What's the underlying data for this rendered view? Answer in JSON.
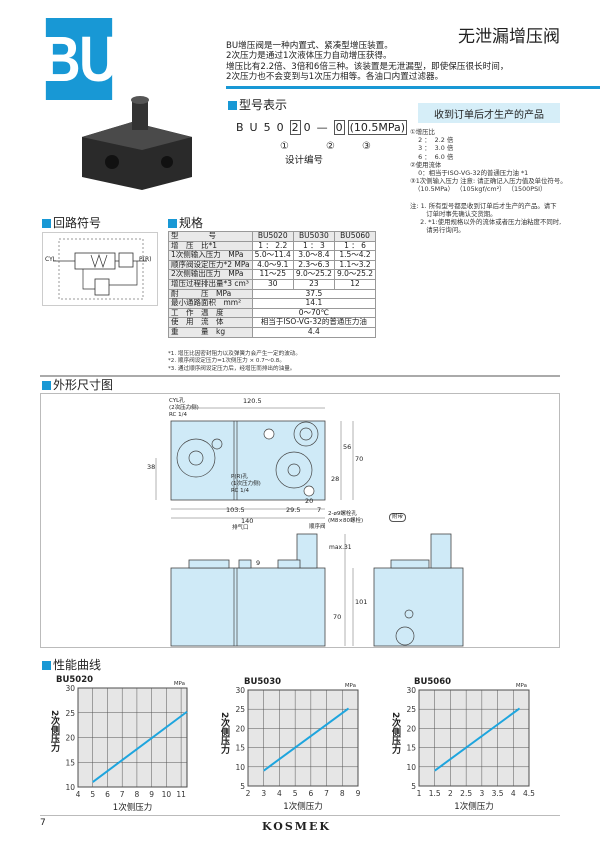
{
  "header": {
    "logo": "BU",
    "title": "无泄漏增压阀",
    "description": "BU增压阀是一种内置式、紧凑型增压装置。\n2次压力是通过1次液体压力自动增压获得。\n增压比有2.2倍、3倍和6倍三种。该装置是无泄漏型，即使保压很长时间，\n2次压力也不会变到与1次压力相等。各油口内置过滤器。"
  },
  "colors": {
    "accent": "#1898d5",
    "drawing_fill": "#cfeaf7",
    "curve": "#1ea5de"
  },
  "model": {
    "heading": "型号表示",
    "code": [
      "B",
      "U",
      "5",
      "0",
      "2",
      "0",
      "—",
      "0",
      "(10.5MPa)"
    ],
    "markers": [
      "①",
      "②",
      "③"
    ],
    "design_no": "设计编号",
    "order_box": "收到订单后才生产的产品",
    "notes": "①增压比\n    2 ：  2.2 倍\n    3 ：  3.0 倍\n    6 ：  6.0 倍\n②使用流体\n    0：相当于ISO-VG-32的普通压力油 *1\n③1次侧输入压力 注意: 请正确记入压力值及单位符号。\n  （10.5MPa） （105kgf/cm²） （1500PSI）\n\n注: 1. 所有型号都是收到订单后才生产的产品。请下\n        订单时事先确认交货期。\n     2. *1:使用规格以外的流体或者压力油粘度不同时,\n        请另行询问。"
  },
  "circuit": {
    "heading": "回路符号",
    "cyl": "CYL",
    "pr": "P(R)"
  },
  "spec": {
    "heading": "规格",
    "header": [
      "型　　　　号",
      "BU5020",
      "BU5030",
      "BU5060"
    ],
    "rows": [
      [
        "增　压　比*1",
        "1 ： 2.2",
        "1 ： 3",
        "1 ： 6"
      ],
      [
        "1次侧输入压力　MPa",
        "5.0～11.4",
        "3.0～8.4",
        "1.5～4.2"
      ],
      [
        "顺序阀设定压力*2 MPa",
        "4.0～9.1",
        "2.3～6.3",
        "1.1～3.2"
      ],
      [
        "2次侧输出压力　MPa",
        "11～25",
        "9.0～25.2",
        "9.0～25.2"
      ],
      [
        "增压过程排出量*3 cm³",
        "30",
        "23",
        "12"
      ]
    ],
    "merged": [
      [
        "耐　　　压　MPa",
        "37.5"
      ],
      [
        "最小通路面积　mm²",
        "14.1"
      ],
      [
        "工　作　温　度",
        "0～70℃"
      ],
      [
        "使　用　流　体",
        "相当于ISO-VG-32的普通压力油"
      ],
      [
        "重　　　量　kg",
        "4.4"
      ]
    ],
    "footnotes": "*1. 增压比因密封阻力以及弹簧力会产生一定的波动。\n*2. 顺序阀设定压力=1次侧压力 × 0.7～0.8。\n*3. 通过顺序阀设定压力后，经增压而排出的油量。"
  },
  "drawing": {
    "heading": "外形尺寸图",
    "cyl_port": "CYL孔\n(2次压力侧)\nRC 1/4",
    "p_port": "P(R)孔\n(1次压力侧)\nRC 1/4",
    "bolt": "2-ø9螺栓孔\n(M8×80螺栓)",
    "accessory": "附带",
    "vent": "排气口",
    "seq_valve": "顺序阀",
    "dims": {
      "d120": "120.5",
      "d103": "103.5",
      "d140": "140",
      "d29": "29.5",
      "d20": "20",
      "d7": "7",
      "d38": "38",
      "d56": "56",
      "d70": "70",
      "d28": "28",
      "d9": "9",
      "dmax31": "max.31",
      "d101": "101"
    }
  },
  "performance": {
    "heading": "性能曲线",
    "unit": "MPa",
    "ylabel": "2次侧压力",
    "xlabel": "1次侧压力"
  },
  "chart_data": [
    {
      "type": "line",
      "title": "BU5020",
      "xlabel": "1次侧压力",
      "ylabel": "2次侧压力",
      "unit": "MPa",
      "xlim": [
        4,
        11.4
      ],
      "ylim": [
        10,
        30
      ],
      "xticks": [
        4,
        5,
        6,
        7,
        8,
        9,
        10,
        11
      ],
      "yticks": [
        10,
        15,
        20,
        25,
        30
      ],
      "grid": true,
      "x": [
        5,
        11.4
      ],
      "y": [
        11,
        25.2
      ]
    },
    {
      "type": "line",
      "title": "BU5030",
      "xlabel": "1次侧压力",
      "ylabel": "2次侧压力",
      "unit": "MPa",
      "xlim": [
        2,
        9
      ],
      "ylim": [
        5,
        30
      ],
      "xticks": [
        2,
        3,
        4,
        5,
        6,
        7,
        8,
        9
      ],
      "yticks": [
        5,
        10,
        15,
        20,
        25,
        30
      ],
      "grid": true,
      "x": [
        3,
        8.4
      ],
      "y": [
        9,
        25.2
      ]
    },
    {
      "type": "line",
      "title": "BU5060",
      "xlabel": "1次侧压力",
      "ylabel": "2次侧压力",
      "unit": "MPa",
      "xlim": [
        1,
        4.5
      ],
      "ylim": [
        5,
        30
      ],
      "xticks": [
        1,
        1.5,
        2,
        2.5,
        3,
        3.5,
        4,
        4.5
      ],
      "yticks": [
        5,
        10,
        15,
        20,
        25,
        30
      ],
      "grid": true,
      "x": [
        1.5,
        4.2
      ],
      "y": [
        9,
        25.2
      ]
    }
  ],
  "footer": {
    "page": "7",
    "brand": "KOSMEK"
  }
}
